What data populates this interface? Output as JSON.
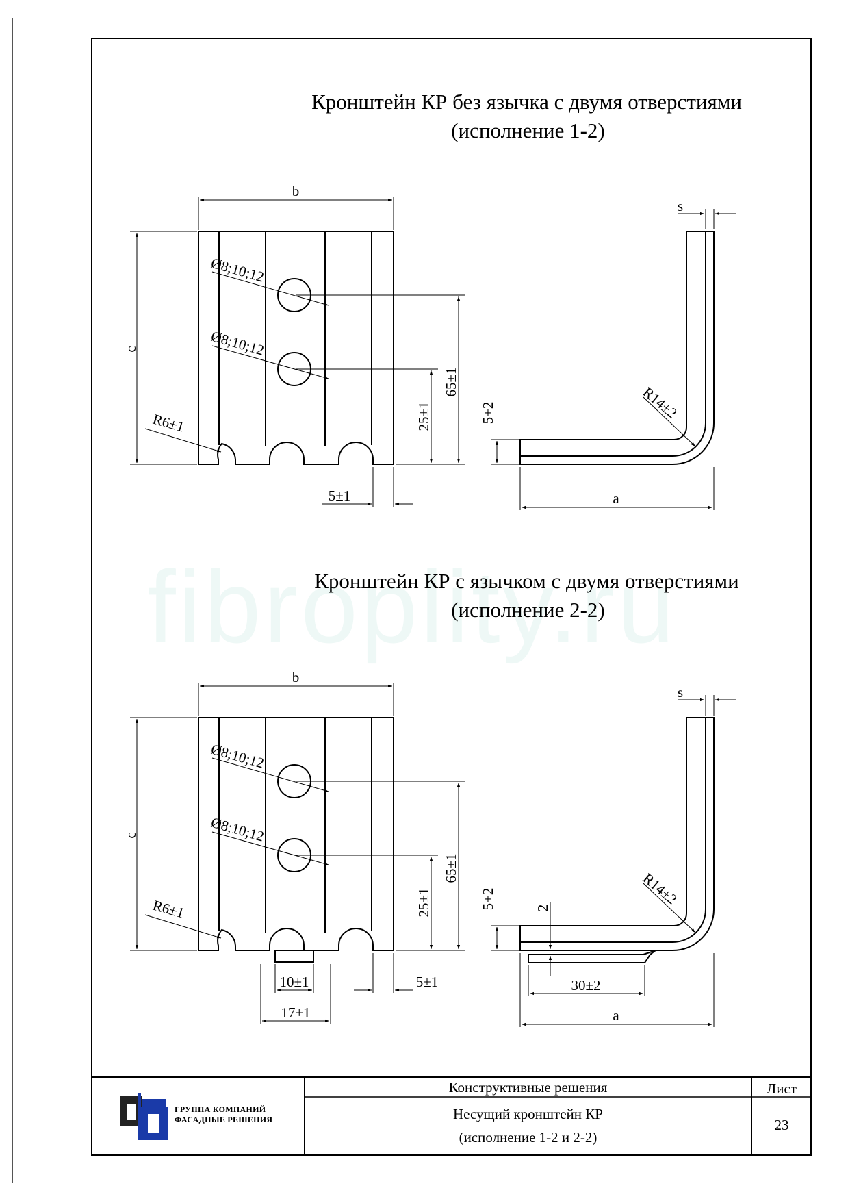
{
  "watermark": "fibroplity.ru",
  "drawing1": {
    "title_line1": "Кронштейн КР без язычка с двумя отверстиями",
    "title_line2": "(исполнение 1-2)",
    "dims": {
      "b": "b",
      "c": "c",
      "s": "s",
      "a": "a",
      "hole_top": "Ø8;10;12",
      "hole_bottom": "Ø8;10;12",
      "r_notch": "R6±1",
      "d25": "25±1",
      "d65": "65±1",
      "d5": "5±1",
      "d5p2": "5+2",
      "r_bend": "R14±2"
    }
  },
  "drawing2": {
    "title_line1": "Кронштейн КР с язычком с двумя отверстиями",
    "title_line2": "(исполнение 2-2)",
    "dims": {
      "b": "b",
      "c": "c",
      "s": "s",
      "a": "a",
      "hole_top": "Ø8;10;12",
      "hole_bottom": "Ø8;10;12",
      "r_notch": "R6±1",
      "d25": "25±1",
      "d65": "65±1",
      "d5": "5±1",
      "d10": "10±1",
      "d17": "17±1",
      "d5p2": "5+2",
      "d2": "2",
      "r_bend": "R14±2",
      "d30": "30±2"
    }
  },
  "title_block": {
    "company_line1": "ГРУППА КОМПАНИЙ",
    "company_line2": "ФАСАДНЫЕ РЕШЕНИЯ",
    "section": "Конструктивные решения",
    "name_line1": "Несущий кронштейн КР",
    "name_line2": "(исполнение 1-2 и 2-2)",
    "sheet_label": "Лист",
    "sheet_number": "23"
  },
  "colors": {
    "logo_dark": "#222222",
    "logo_blue": "#1a3aa8"
  }
}
